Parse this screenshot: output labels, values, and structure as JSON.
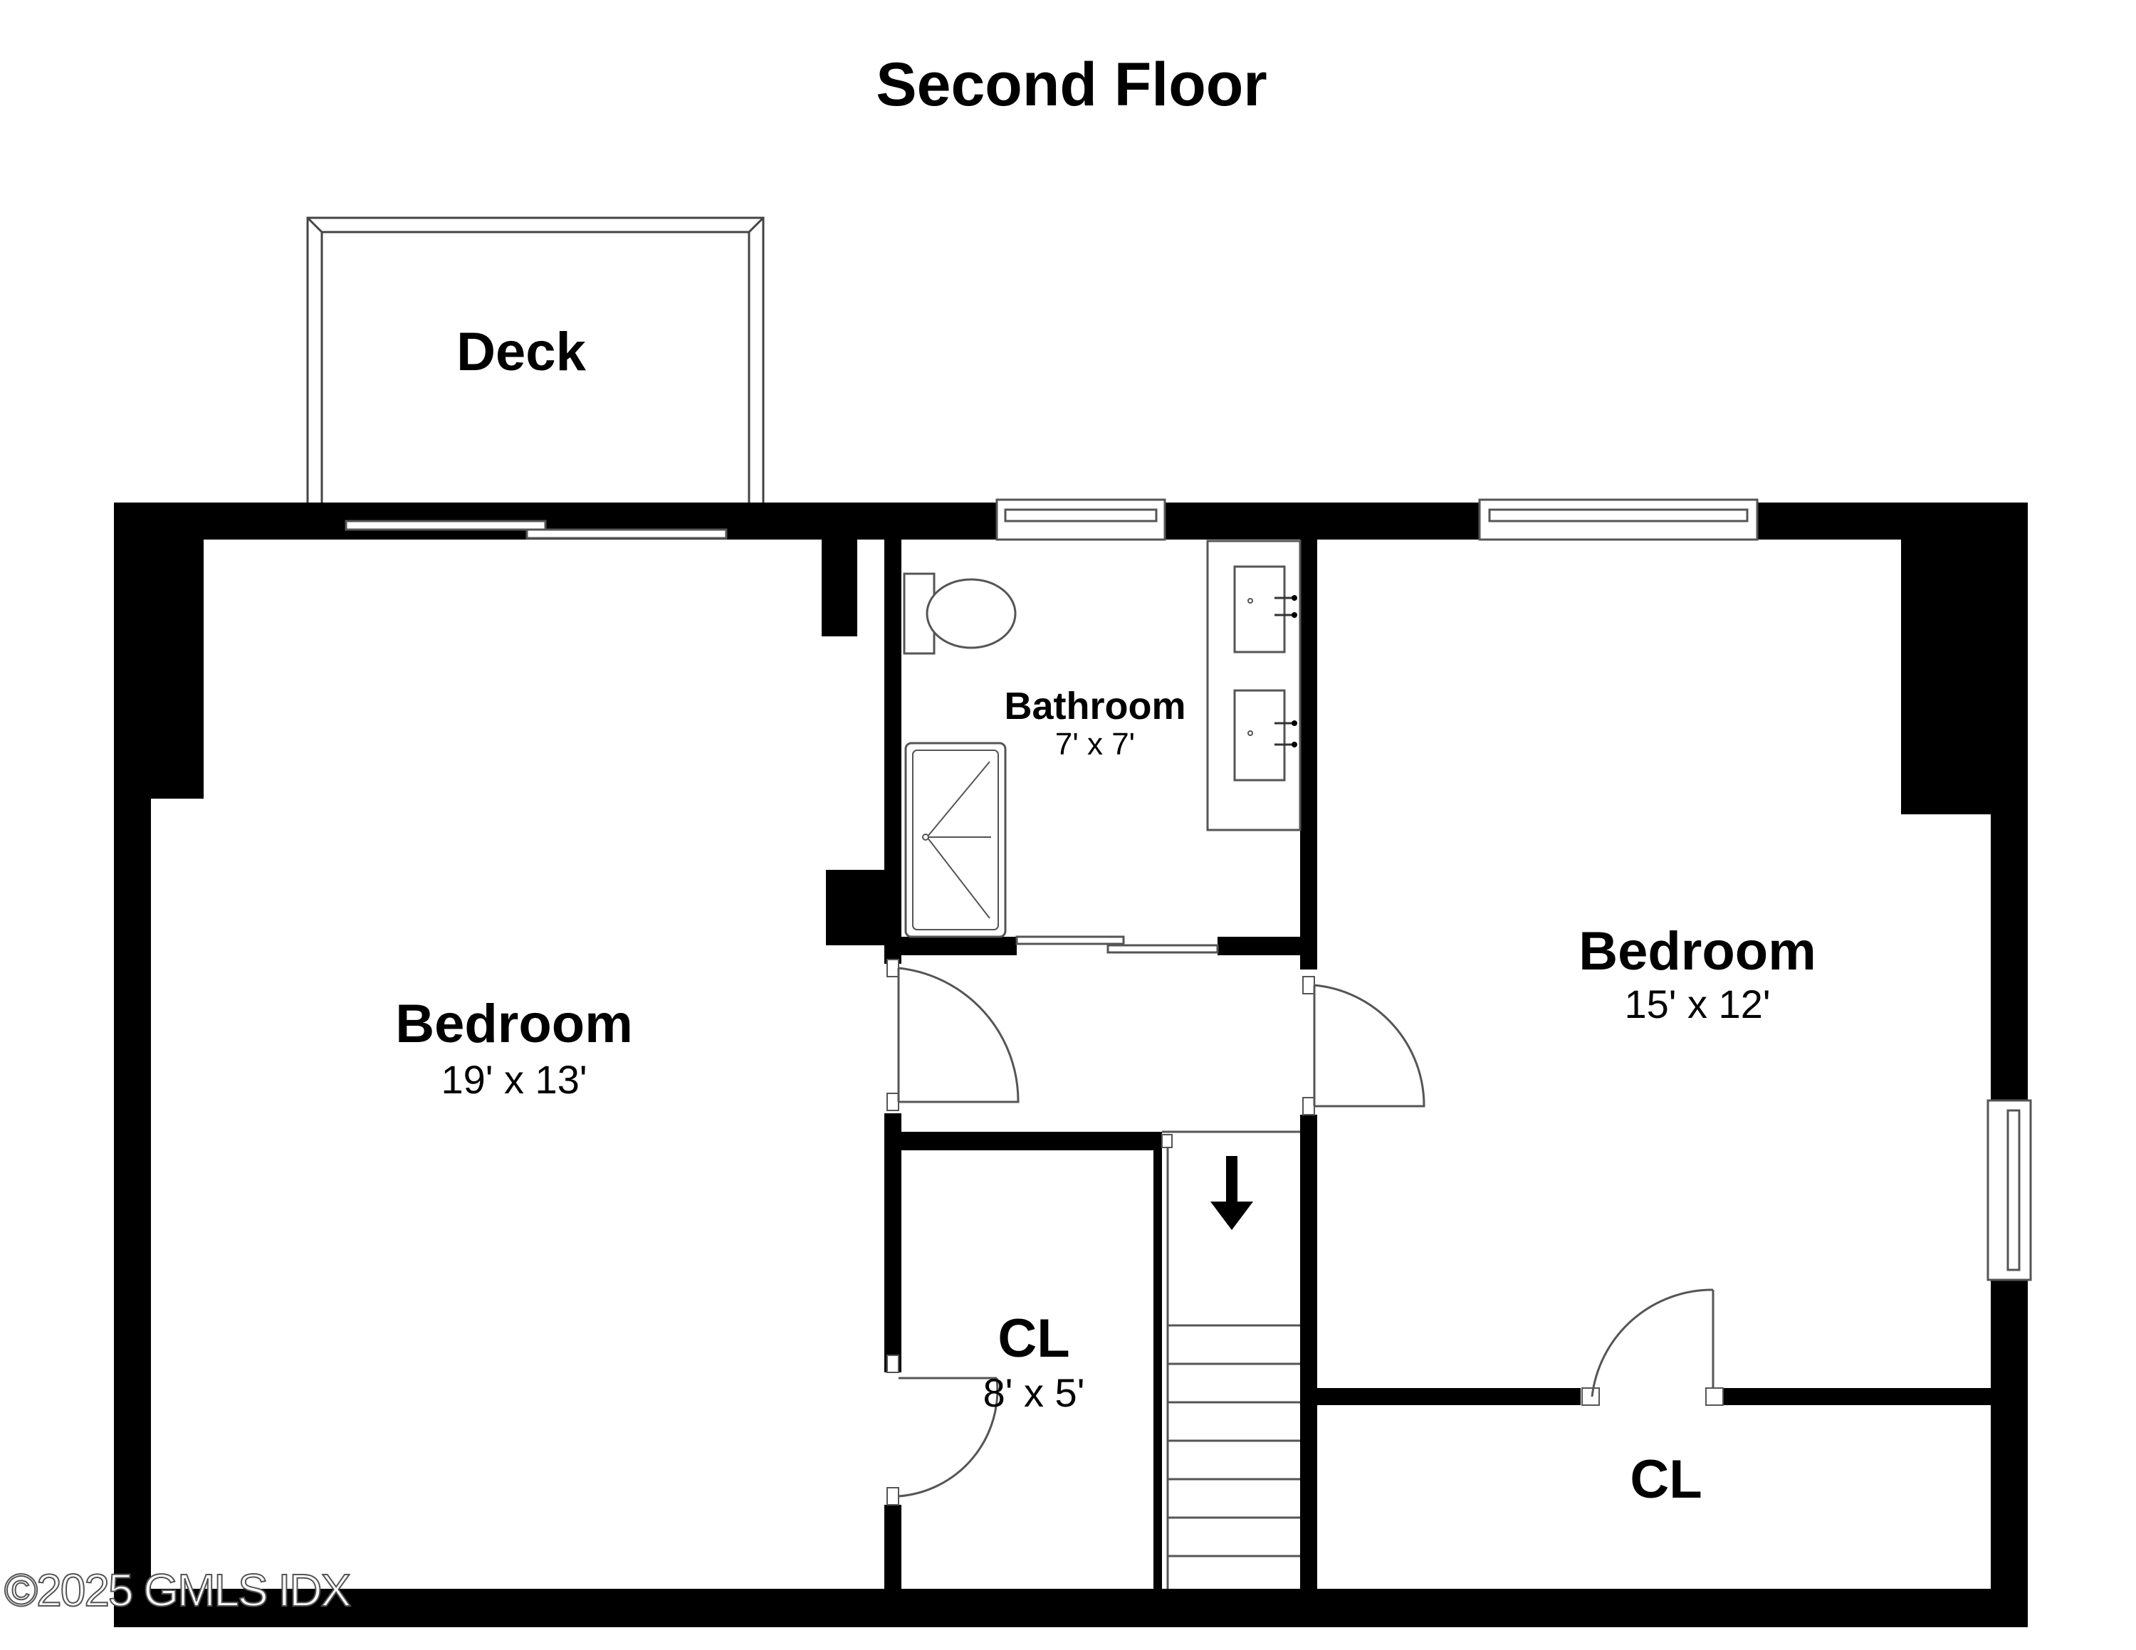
{
  "title": "Second Floor",
  "rooms": {
    "deck": {
      "name": "Deck"
    },
    "bedroom_left": {
      "name": "Bedroom",
      "dims": "19' x 13'"
    },
    "bathroom": {
      "name": "Bathroom",
      "dims": "7' x 7'"
    },
    "bedroom_right": {
      "name": "Bedroom",
      "dims": "15' x 12'"
    },
    "closet_center": {
      "name": "CL",
      "dims": "8' x 5'"
    },
    "closet_right": {
      "name": "CL"
    }
  },
  "watermark": "©2025 GMLS IDX",
  "colors": {
    "wall": "#000000",
    "background": "#ffffff",
    "line": "#555555"
  }
}
